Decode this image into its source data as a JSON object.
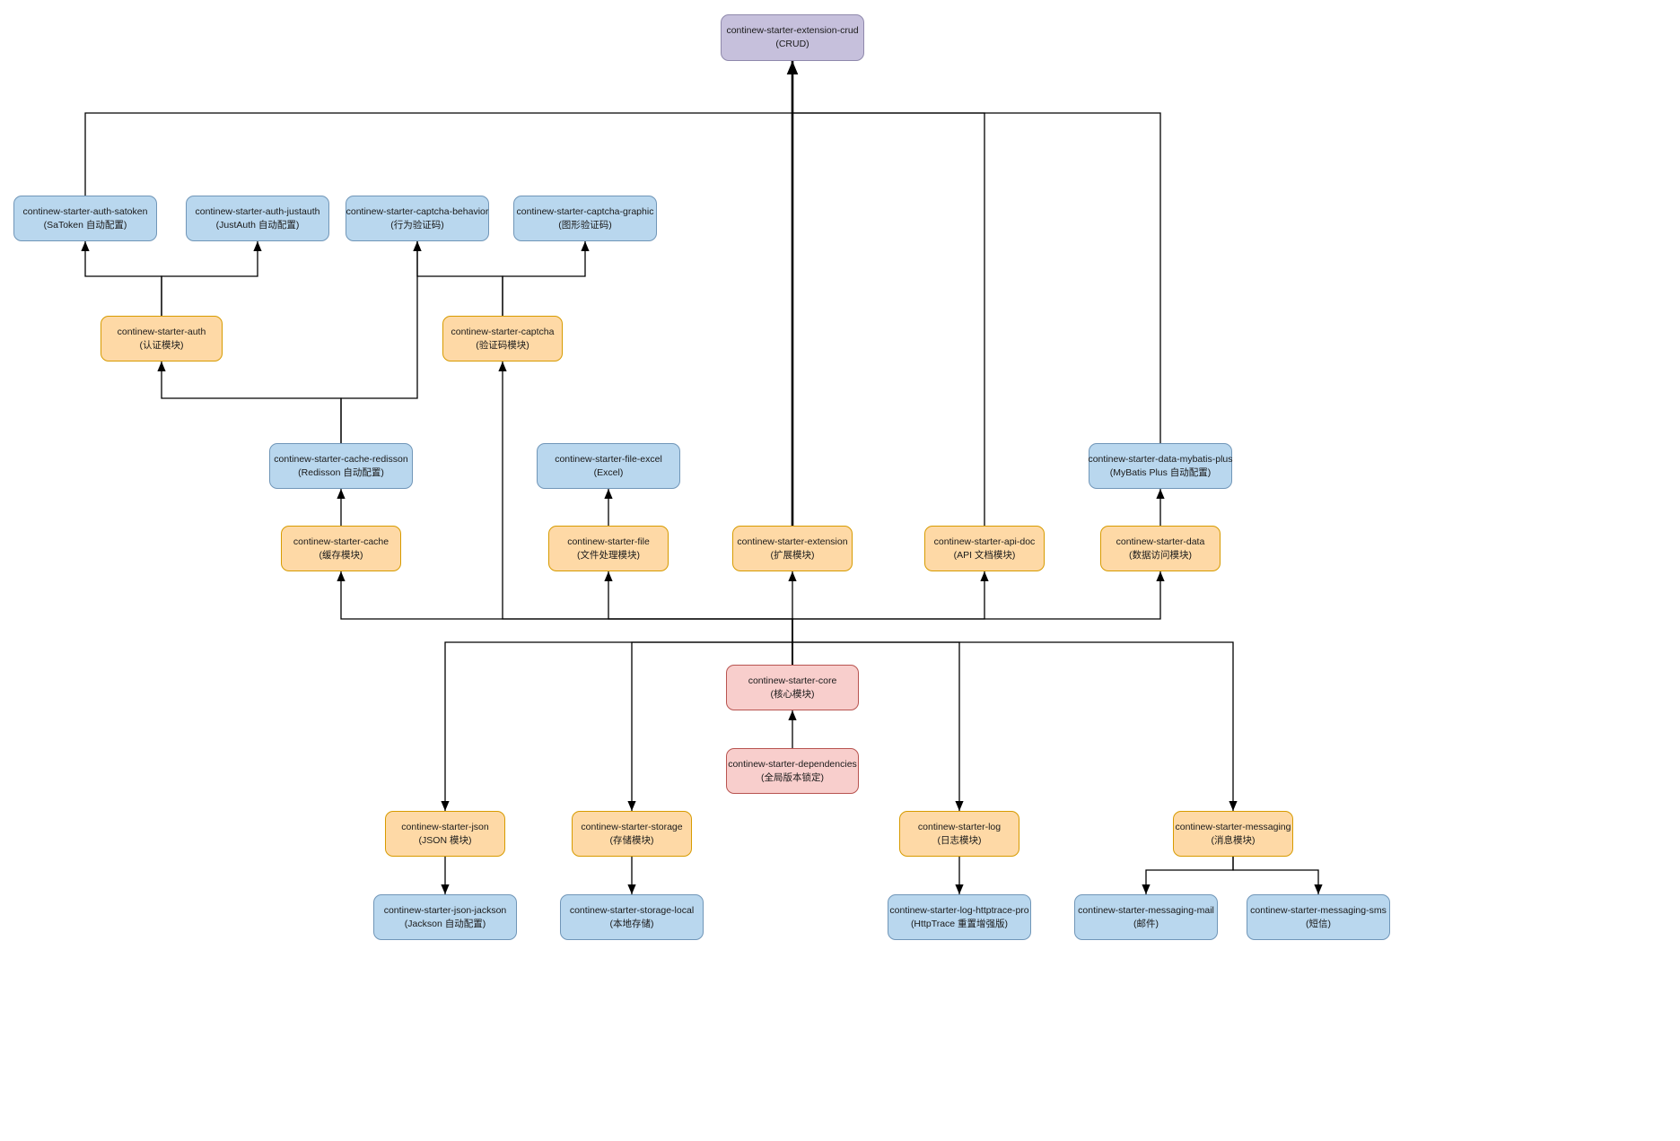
{
  "colors": {
    "impl_module_fill": "#b9d7ee",
    "impl_module_stroke": "#7096b8",
    "module_fill": "#fed9a6",
    "module_stroke": "#d79b00",
    "core_fill": "#f8cecc",
    "core_stroke": "#b85450",
    "crud_fill": "#c6c0dc",
    "crud_stroke": "#8f89ac",
    "edge": "#000000",
    "background": "#ffffff"
  },
  "nodes": {
    "crud": {
      "name": "continew-starter-extension-crud",
      "desc": "(CRUD)"
    },
    "satoken": {
      "name": "continew-starter-auth-satoken",
      "desc": "(SaToken 自动配置)"
    },
    "justauth": {
      "name": "continew-starter-auth-justauth",
      "desc": "(JustAuth 自动配置)"
    },
    "behavior": {
      "name": "continew-starter-captcha-behavior",
      "desc": "(行为验证码)"
    },
    "graphic": {
      "name": "continew-starter-captcha-graphic",
      "desc": "(图形验证码)"
    },
    "auth": {
      "name": "continew-starter-auth",
      "desc": "(认证模块)"
    },
    "captcha": {
      "name": "continew-starter-captcha",
      "desc": "(验证码模块)"
    },
    "redisson": {
      "name": "continew-starter-cache-redisson",
      "desc": "(Redisson 自动配置)"
    },
    "excel": {
      "name": "continew-starter-file-excel",
      "desc": "(Excel)"
    },
    "mybatis": {
      "name": "continew-starter-data-mybatis-plus",
      "desc": "(MyBatis Plus 自动配置)"
    },
    "cache": {
      "name": "continew-starter-cache",
      "desc": "(缓存模块)"
    },
    "file": {
      "name": "continew-starter-file",
      "desc": "(文件处理模块)"
    },
    "extension": {
      "name": "continew-starter-extension",
      "desc": "(扩展模块)"
    },
    "apidoc": {
      "name": "continew-starter-api-doc",
      "desc": "(API 文档模块)"
    },
    "data": {
      "name": "continew-starter-data",
      "desc": "(数据访问模块)"
    },
    "core": {
      "name": "continew-starter-core",
      "desc": "(核心模块)"
    },
    "dependencies": {
      "name": "continew-starter-dependencies",
      "desc": "(全局版本锁定)"
    },
    "json": {
      "name": "continew-starter-json",
      "desc": "(JSON 模块)"
    },
    "storage": {
      "name": "continew-starter-storage",
      "desc": "(存储模块)"
    },
    "log": {
      "name": "continew-starter-log",
      "desc": "(日志模块)"
    },
    "messaging": {
      "name": "continew-starter-messaging",
      "desc": "(消息模块)"
    },
    "jackson": {
      "name": "continew-starter-json-jackson",
      "desc": "(Jackson 自动配置)"
    },
    "local": {
      "name": "continew-starter-storage-local",
      "desc": "(本地存储)"
    },
    "httptrace": {
      "name": "continew-starter-log-httptrace-pro",
      "desc": "(HttpTrace 重置增强版)"
    },
    "mail": {
      "name": "continew-starter-messaging-mail",
      "desc": "(邮件)"
    },
    "sms": {
      "name": "continew-starter-messaging-sms",
      "desc": "(短信)"
    }
  },
  "edges": [
    {
      "from": "extension",
      "to": "crud"
    },
    {
      "from": "satoken",
      "to": "crud"
    },
    {
      "from": "apidoc",
      "to": "crud"
    },
    {
      "from": "mybatis",
      "to": "crud"
    },
    {
      "from": "auth",
      "to": "satoken"
    },
    {
      "from": "auth",
      "to": "justauth"
    },
    {
      "from": "captcha",
      "to": "behavior"
    },
    {
      "from": "captcha",
      "to": "graphic"
    },
    {
      "from": "redisson",
      "to": "auth"
    },
    {
      "from": "redisson",
      "to": "behavior"
    },
    {
      "from": "cache",
      "to": "redisson"
    },
    {
      "from": "file",
      "to": "excel"
    },
    {
      "from": "data",
      "to": "mybatis"
    },
    {
      "from": "core",
      "to": "extension"
    },
    {
      "from": "core",
      "to": "cache"
    },
    {
      "from": "core",
      "to": "captcha"
    },
    {
      "from": "core",
      "to": "file"
    },
    {
      "from": "core",
      "to": "apidoc"
    },
    {
      "from": "core",
      "to": "data"
    },
    {
      "from": "core",
      "to": "json"
    },
    {
      "from": "core",
      "to": "storage"
    },
    {
      "from": "core",
      "to": "log"
    },
    {
      "from": "core",
      "to": "messaging"
    },
    {
      "from": "dependencies",
      "to": "core"
    },
    {
      "from": "json",
      "to": "jackson"
    },
    {
      "from": "storage",
      "to": "local"
    },
    {
      "from": "log",
      "to": "httptrace"
    },
    {
      "from": "messaging",
      "to": "mail"
    },
    {
      "from": "messaging",
      "to": "sms"
    }
  ]
}
